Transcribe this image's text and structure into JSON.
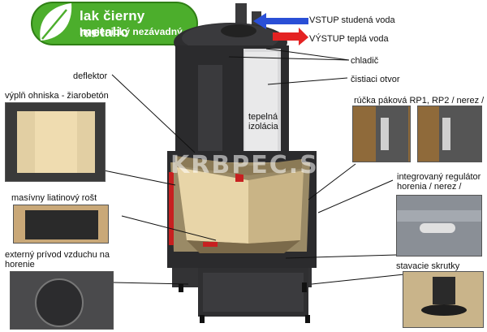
{
  "badge": {
    "line1": "lak čierny metalic",
    "line2": "hygienický nezávadný",
    "color": "#4cae2c"
  },
  "labels": {
    "cold_water": "VSTUP studená voda",
    "hot_water": "VÝSTUP teplá voda",
    "cooler": "chladič",
    "cleaning_hole": "čistiaci otvor",
    "insulation": "tepelná izolácia",
    "deflector": "deflektor",
    "lining": "výplň ohniska - žiarobetón",
    "handle": "rúčka páková RP1, RP2 / nerez /",
    "regulator": "integrovaný regulátor horenia / nerez /",
    "grate": "masívny liatinový rošt",
    "air_supply": "externý prívod vzduchu na horenie",
    "feet": "stavacie skrutky"
  },
  "watermark": "KRBPEC.SK",
  "colors": {
    "cold_arrow": "#2a4fd6",
    "hot_arrow": "#e42222",
    "stove": "#2b2b2d"
  }
}
